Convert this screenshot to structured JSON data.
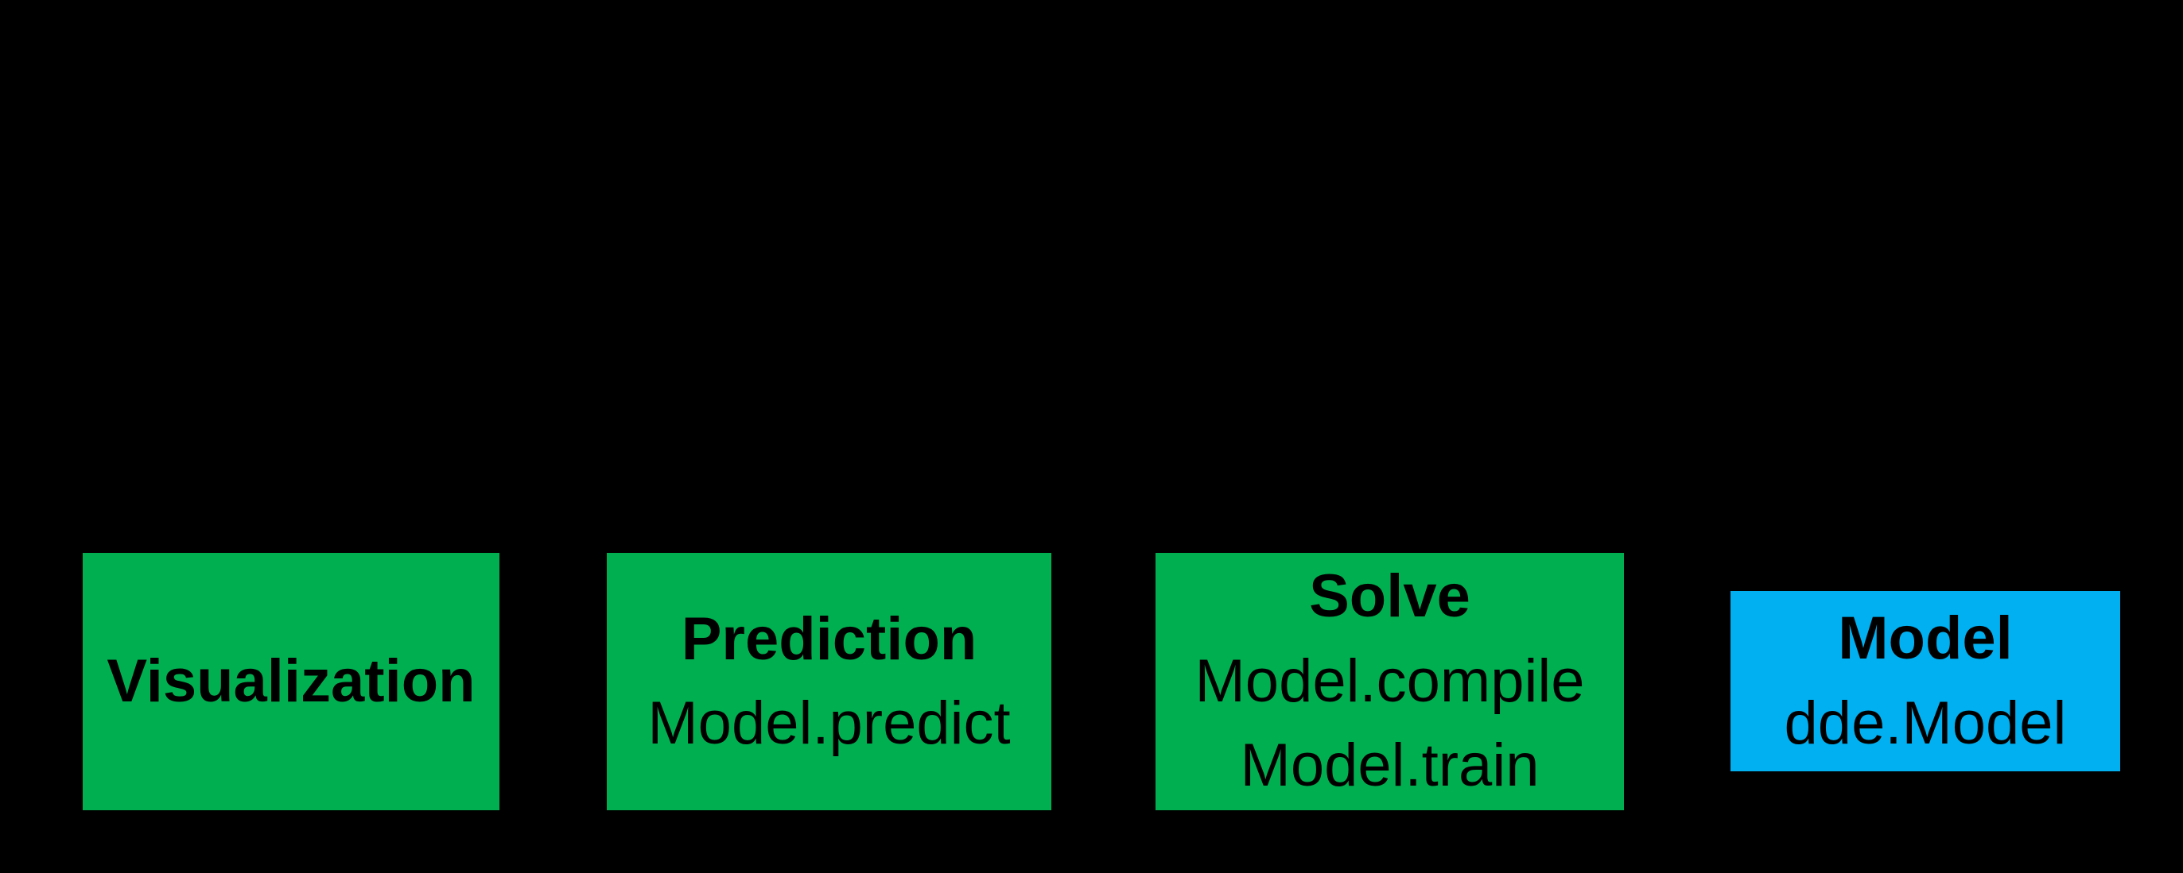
{
  "canvas": {
    "background_color": "#000000",
    "text_color": "#000000"
  },
  "colors": {
    "green_box": "#00B050",
    "blue_box": "#00B0F0"
  },
  "boxes": [
    {
      "id": "visualization",
      "title": "Visualization",
      "lines": [],
      "color": "#00B050"
    },
    {
      "id": "prediction",
      "title": "Prediction",
      "lines": [
        "Model.predict"
      ],
      "color": "#00B050"
    },
    {
      "id": "solve",
      "title": "Solve",
      "lines": [
        "Model.compile",
        "Model.train"
      ],
      "color": "#00B050"
    },
    {
      "id": "model",
      "title": "Model",
      "lines": [
        "dde.Model"
      ],
      "color": "#00B0F0"
    }
  ]
}
